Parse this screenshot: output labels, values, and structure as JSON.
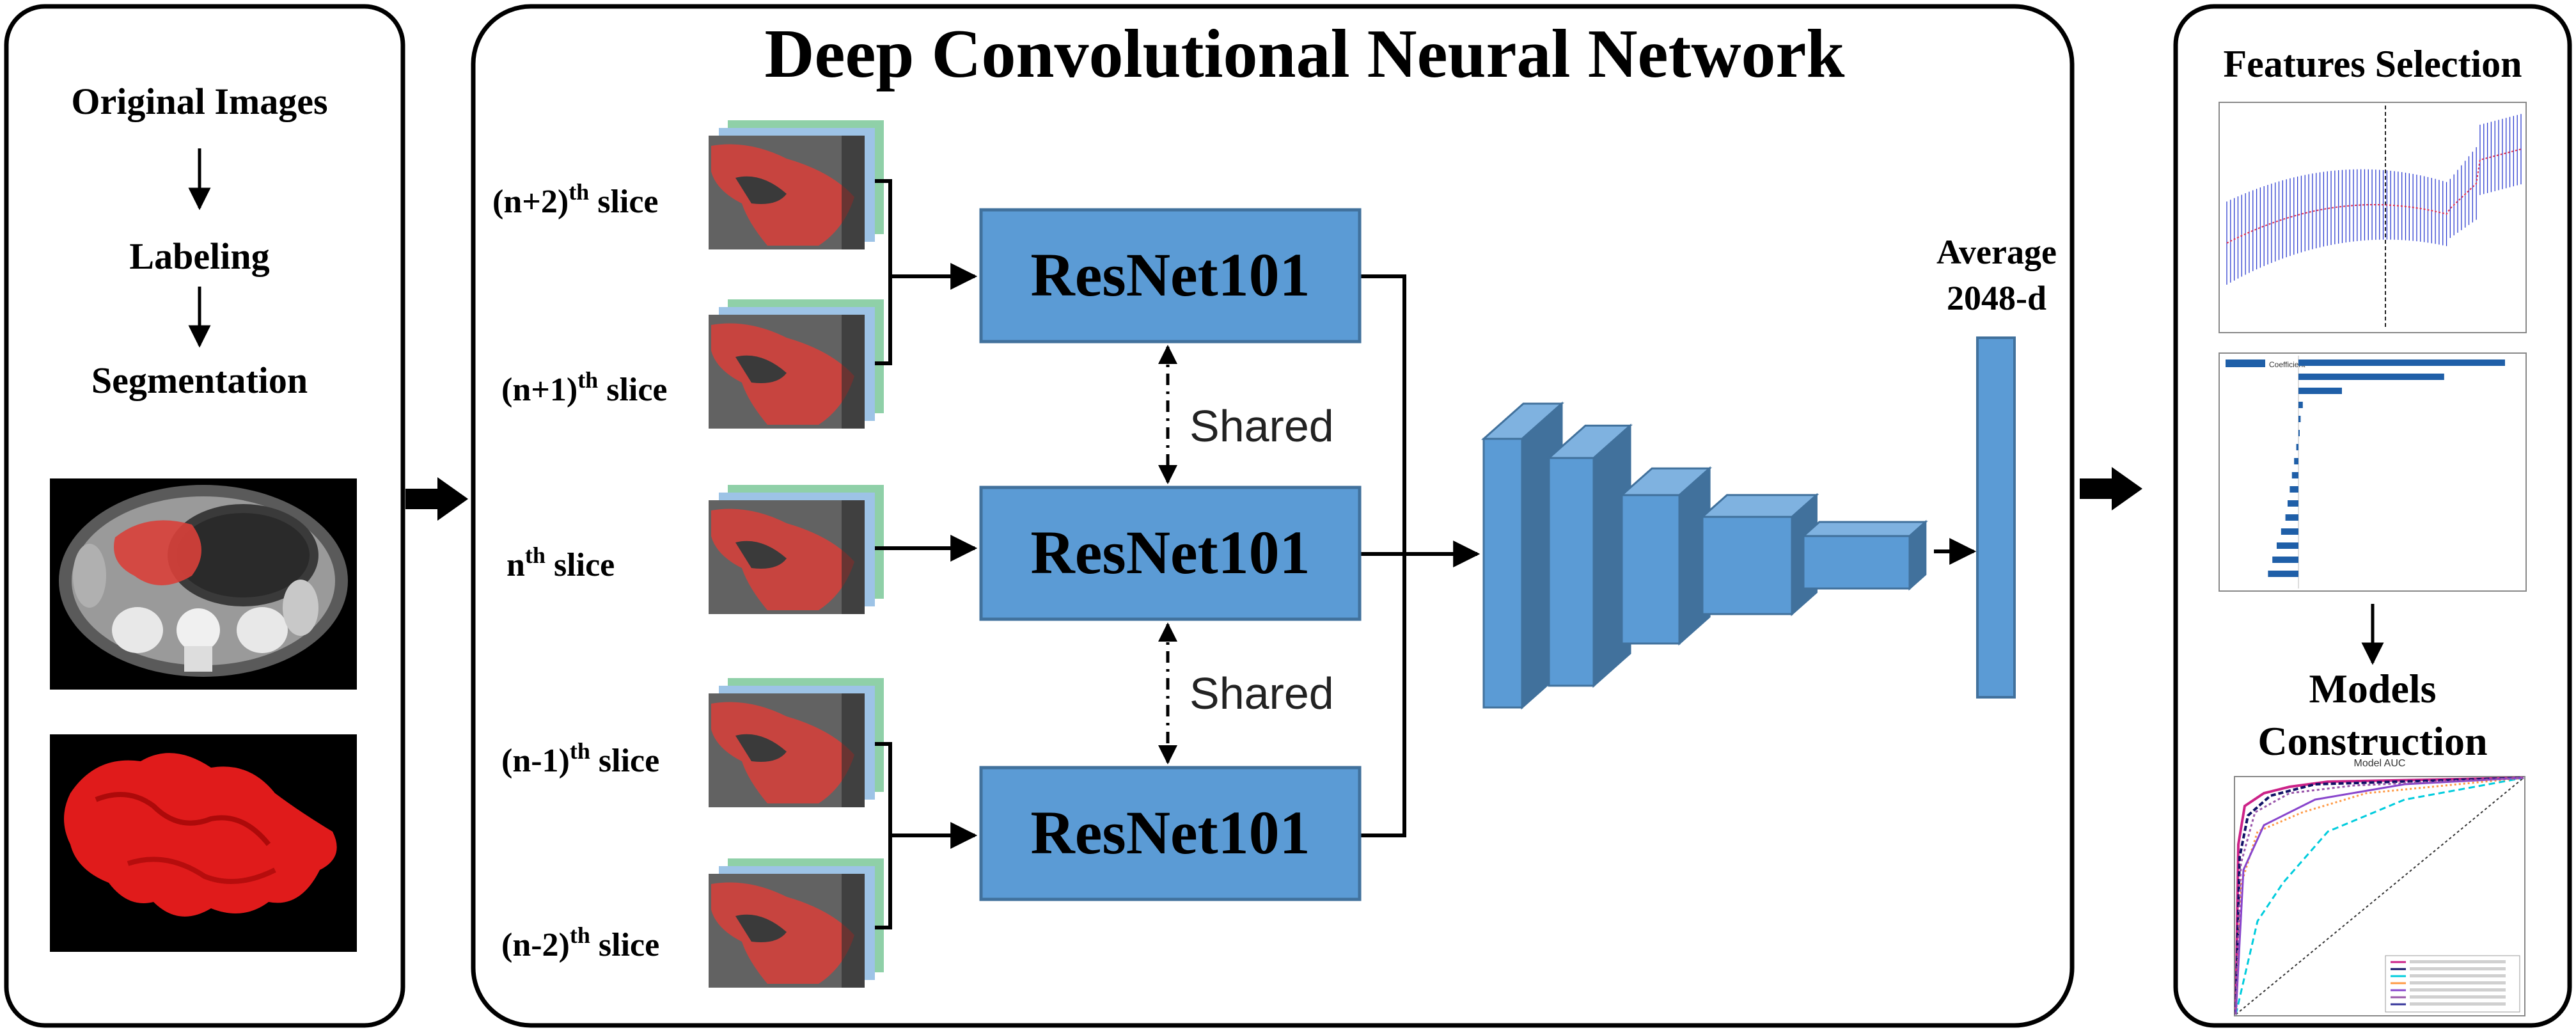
{
  "left_panel": {
    "step1": "Original Images",
    "step2": "Labeling",
    "step3": "Segmentation"
  },
  "center_panel": {
    "title": "Deep Convolutional Neural Network",
    "slices": [
      {
        "pre": "(n+2)",
        "sup": "th",
        "post": " slice"
      },
      {
        "pre": "(n+1)",
        "sup": "th",
        "post": " slice"
      },
      {
        "pre": "n",
        "sup": "th",
        "post": " slice"
      },
      {
        "pre": "(n-1)",
        "sup": "th",
        "post": " slice"
      },
      {
        "pre": "(n-2)",
        "sup": "th",
        "post": " slice"
      }
    ],
    "resnet_label": "ResNet101",
    "shared_label": "Shared",
    "average_line1": "Average",
    "average_line2": "2048-d"
  },
  "right_panel": {
    "title": "Features Selection",
    "models_line1": "Models",
    "models_line2": "Construction",
    "roc_title": "Model AUC",
    "lasso_legend": "Coefficient"
  },
  "colors": {
    "resnet_fill": "#5b9bd5",
    "resnet_stroke": "#41719c",
    "tumor": "#d9403a",
    "slice_back": "#8fd0a8",
    "slice_mid": "#9dc3e6"
  }
}
